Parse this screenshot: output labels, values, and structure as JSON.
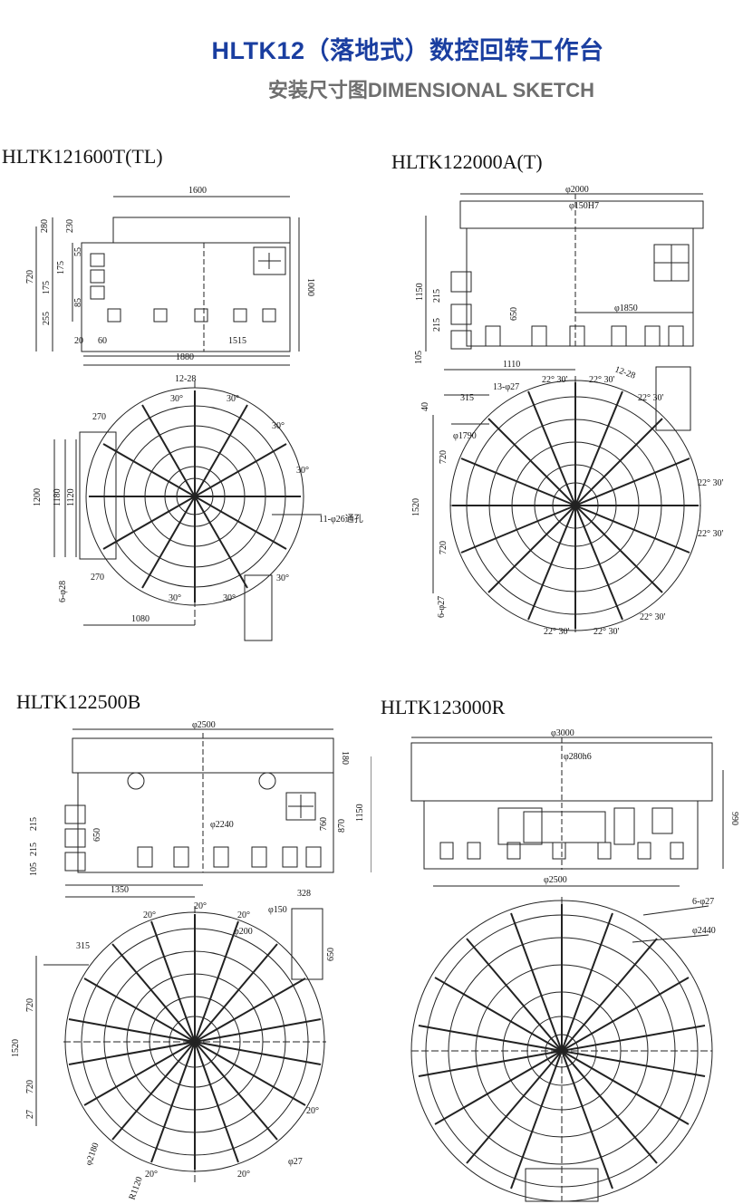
{
  "header": {
    "title": "HLTK12（落地式）数控回转工作台",
    "subtitle": "安装尺寸图DIMENSIONAL SKETCH"
  },
  "models": [
    {
      "id": "HLTK121600T(TL)",
      "label": "HLTK121600T(TL)",
      "dims": {
        "top_width": "1600",
        "d230": "230",
        "d280": "280",
        "d55": "55",
        "d175a": "175",
        "d720": "720",
        "d175b": "175",
        "d85": "85",
        "d255": "255",
        "d1000": "1000",
        "d20": "20",
        "d60": "60",
        "d1515": "1515",
        "d1880": "1880",
        "bolt": "12-28",
        "deg30": "30°",
        "d270a": "270",
        "d1200": "1200",
        "d1180": "1180",
        "d1120": "1120",
        "hole": "11-φ26通孔",
        "slot": "6-φ28",
        "d270b": "270",
        "d1080": "1080"
      }
    },
    {
      "id": "HLTK122000A(T)",
      "label": "HLTK122000A(T)",
      "dims": {
        "dia": "φ2000",
        "bore": "φ150H7",
        "d1150": "1150",
        "d215a": "215",
        "d215b": "215",
        "d105": "105",
        "d650": "650",
        "d1850": "φ1850",
        "d1110": "1110",
        "d315": "315",
        "d40": "40",
        "slots": "13-φ27",
        "bolt": "12-28",
        "d1790": "φ1790",
        "ang": "22° 30'",
        "d720a": "720",
        "d1520": "1520",
        "d720b": "720",
        "feet": "6-φ27"
      }
    },
    {
      "id": "HLTK122500B",
      "label": "HLTK122500B",
      "dims": {
        "dia": "φ2500",
        "d180": "180",
        "d2240": "φ2240",
        "d215a": "215",
        "d215b": "215",
        "d105": "105",
        "d650a": "650",
        "d760": "760",
        "d870": "870",
        "d1150": "1150",
        "d1350": "1350",
        "d20": "20°",
        "d328": "328",
        "d150": "φ150",
        "d650b": "650",
        "d315": "315",
        "d720a": "720",
        "d1520": "1520",
        "d720b": "720",
        "d27": "27",
        "r2180": "φ2180",
        "r1120": "R1120",
        "d27b": "φ27",
        "d200": "φ200"
      }
    },
    {
      "id": "HLTK123000R",
      "label": "HLTK123000R",
      "dims": {
        "dia": "φ3000",
        "bore": "φ280h6",
        "d990": "990",
        "d2500": "φ2500",
        "feet": "6-φ27",
        "d2440": "φ2440"
      }
    }
  ]
}
